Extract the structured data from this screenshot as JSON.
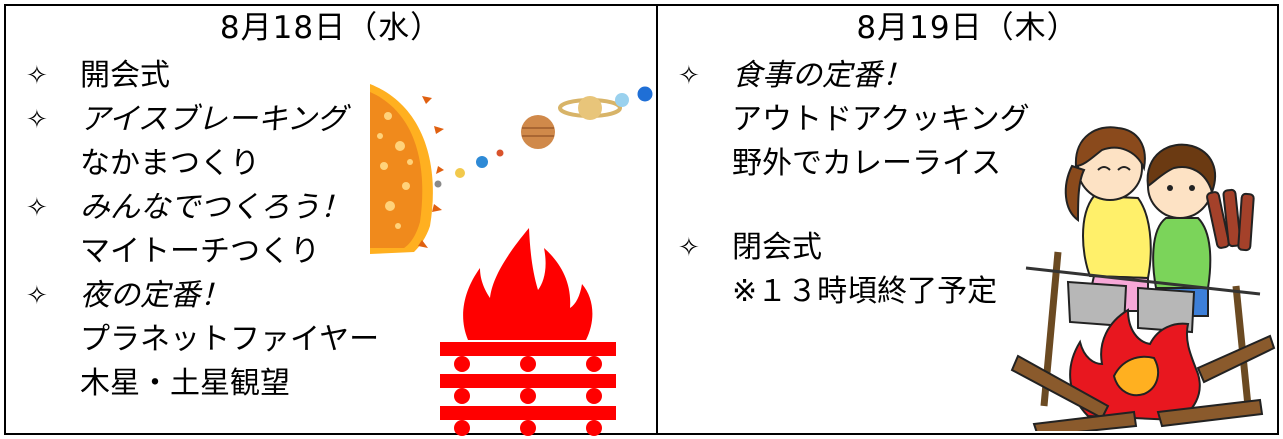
{
  "bullet_glyph": "✧",
  "left": {
    "date": "8月18日（水）",
    "items": [
      {
        "lines": [
          {
            "text": "開会式",
            "italic": false
          }
        ]
      },
      {
        "lines": [
          {
            "text": "アイスブレーキング",
            "italic": true
          },
          {
            "text": "なかまつくり",
            "italic": false
          }
        ]
      },
      {
        "lines": [
          {
            "text": "みんなでつくろう！",
            "italic": true
          },
          {
            "text": "マイトーチつくり",
            "italic": false
          }
        ]
      },
      {
        "lines": [
          {
            "text": "夜の定番！",
            "italic": true
          },
          {
            "text": "プラネットファイヤー",
            "italic": false
          },
          {
            "text": "木星・土星観望",
            "italic": false
          }
        ]
      }
    ]
  },
  "right": {
    "date": "8月19日（木）",
    "items": [
      {
        "lines": [
          {
            "text": "食事の定番！",
            "italic": true
          },
          {
            "text": "アウトドアクッキング",
            "italic": false
          },
          {
            "text": "野外でカレーライス",
            "italic": false
          }
        ]
      },
      {
        "lines": [
          {
            "text": "閉会式",
            "italic": false
          },
          {
            "text": "※１３時頃終了予定",
            "italic": false
          }
        ]
      }
    ]
  },
  "illustrations": {
    "sun_color": "#f08a1c",
    "fire_color": "#ff0000",
    "icons": [
      "sun-icon",
      "planets-icon",
      "campfire-icon",
      "cooking-campfire-illustration"
    ]
  }
}
